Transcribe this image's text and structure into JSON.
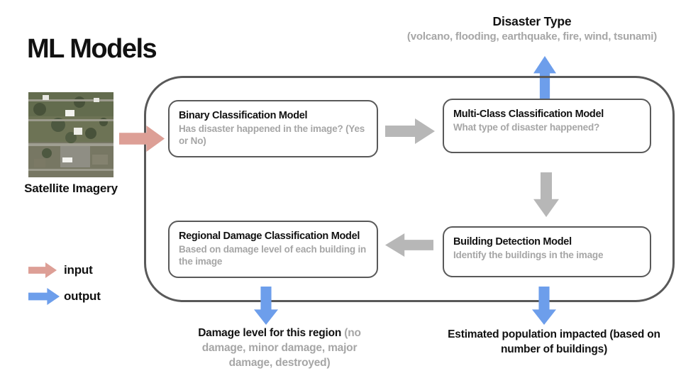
{
  "title": "ML Models",
  "colors": {
    "input": "#dd9f96",
    "output": "#6d9eeb",
    "flow": "#b7b7b7",
    "outline": "#595959",
    "muted": "#a6a6a6"
  },
  "satellite": {
    "label": "Satellite Imagery",
    "image_name": "satellite-aerial-photo"
  },
  "legend": {
    "input_label": "input",
    "output_label": "output"
  },
  "models": {
    "binary": {
      "title": "Binary Classification Model",
      "subtitle": "Has disaster happened in the image? (Yes or No)"
    },
    "multiclass": {
      "title": "Multi-Class Classification Model",
      "subtitle": "What type of disaster happened?"
    },
    "regional": {
      "title": "Regional Damage Classification Model",
      "subtitle": "Based on damage level of each building in the image"
    },
    "building": {
      "title": "Building Detection Model",
      "subtitle": "Identify the buildings in the image"
    }
  },
  "outputs": {
    "disaster_type": {
      "title": "Disaster Type",
      "subtitle": "(volcano, flooding, earthquake, fire, wind, tsunami)"
    },
    "damage_level": {
      "title": "Damage level for this region",
      "subtitle": "(no damage, minor damage, major damage, destroyed)"
    },
    "population": {
      "text": "Estimated population impacted (based on number of buildings)"
    }
  }
}
